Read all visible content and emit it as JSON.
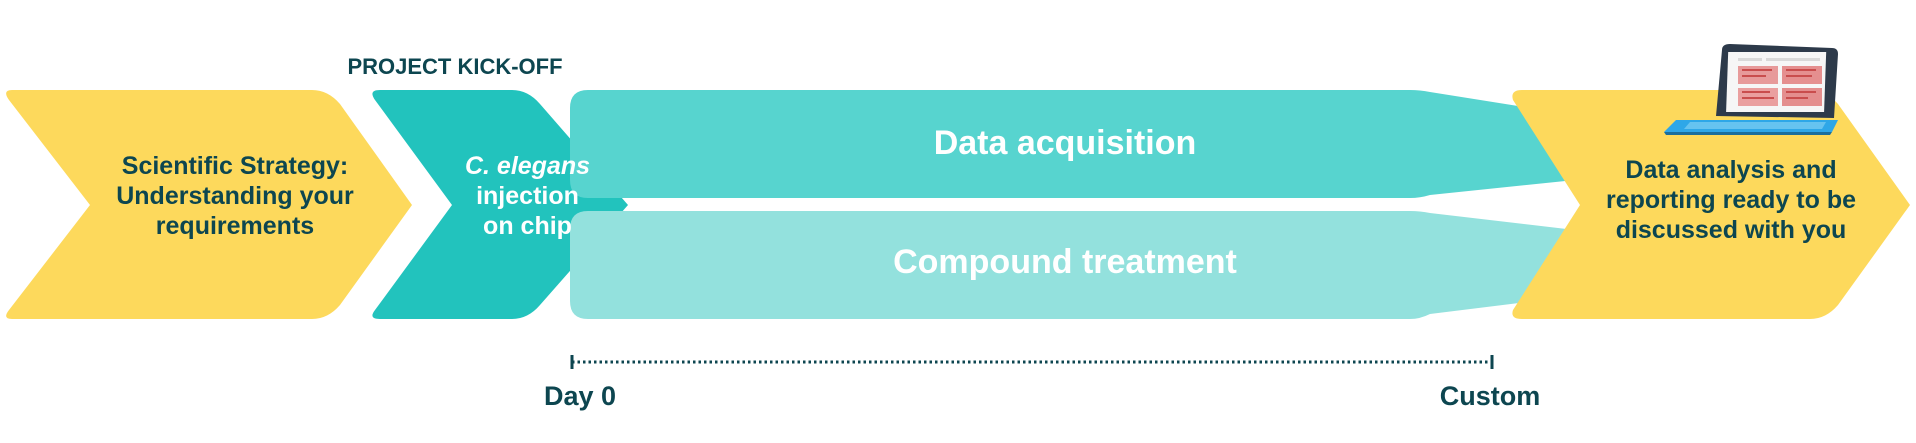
{
  "steps": {
    "strategy": {
      "line1": "Scientific Strategy:",
      "line2": "Understanding your",
      "line3": "requirements"
    },
    "kickoff_label": "PROJECT KICK-OFF",
    "injection": {
      "italic": "C. elegans",
      "line2": "injection",
      "line3": "on chip"
    },
    "acquisition": "Data acquisition",
    "treatment": "Compound treatment",
    "analysis": {
      "line1": "Data analysis and",
      "line2": "reporting ready to be",
      "line3": "discussed with you"
    }
  },
  "timeline": {
    "start_label": "Day 0",
    "end_label": "Custom"
  },
  "colors": {
    "yellow": "#fdd95c",
    "teal_dark": "#22c3bd",
    "teal_mid": "#57d4cf",
    "teal_light": "#93e1dd",
    "text_dark": "#0d4650"
  },
  "icons": {
    "laptop": "laptop-report-icon"
  }
}
